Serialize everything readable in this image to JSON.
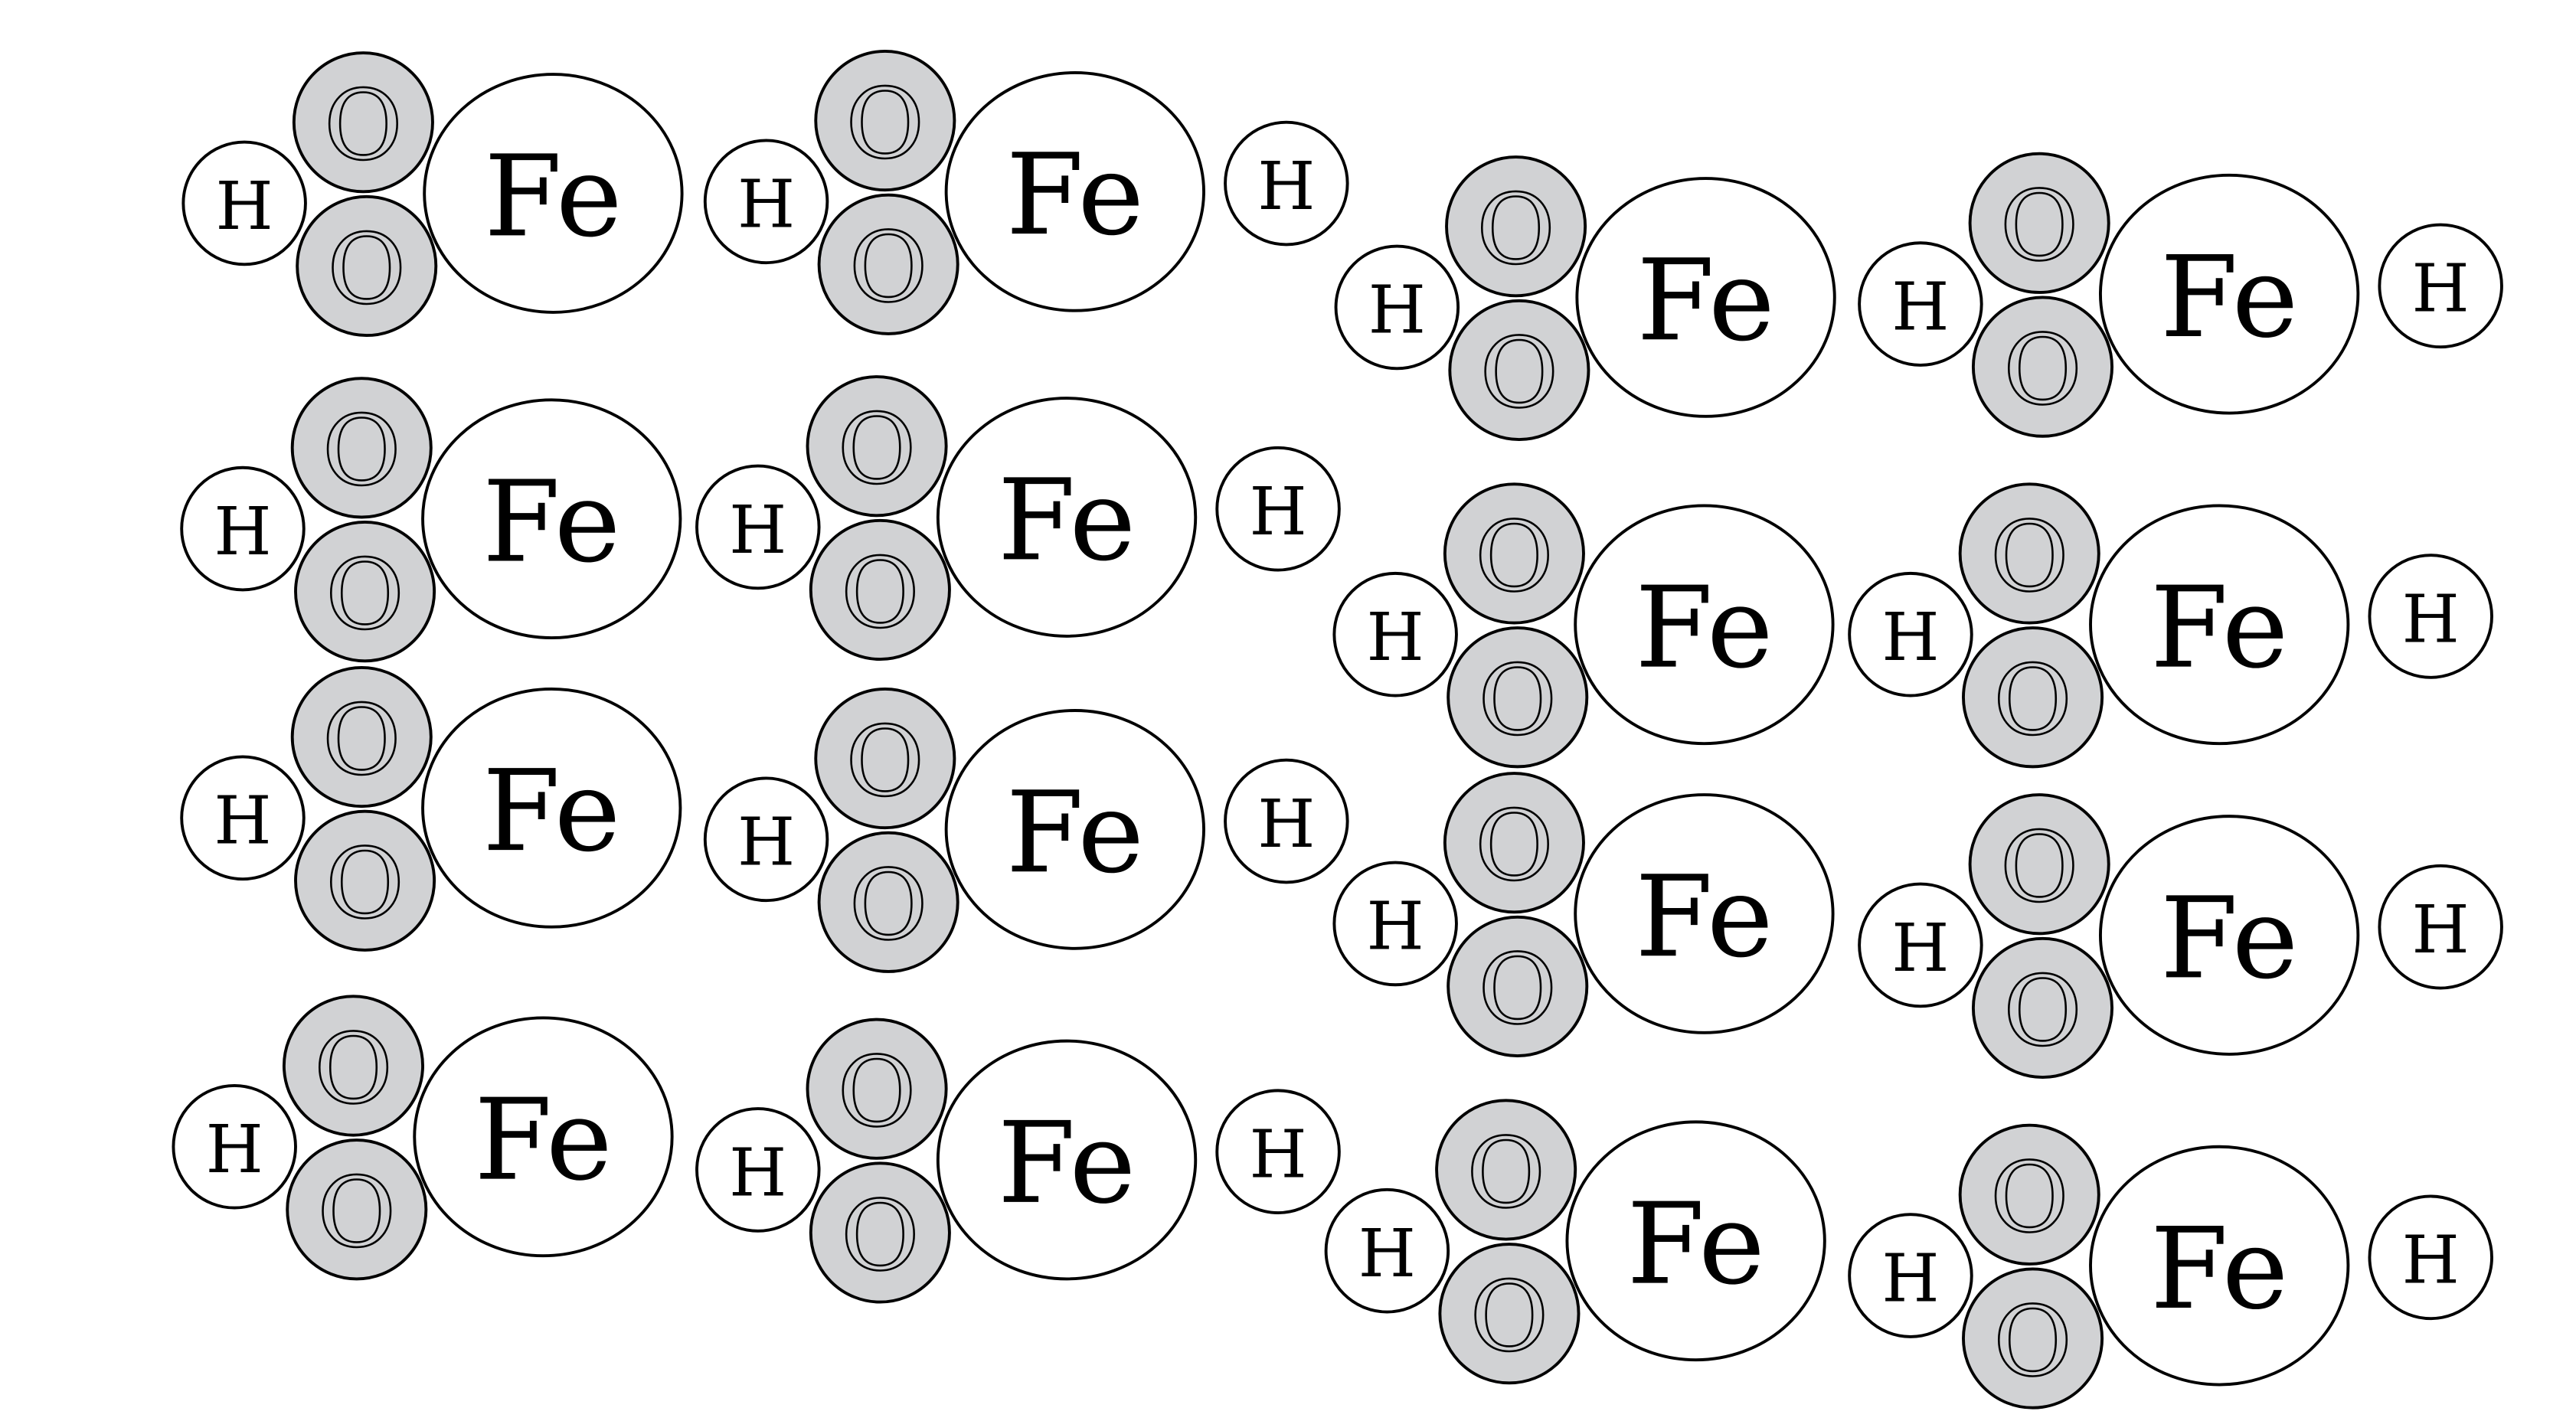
{
  "diagram": {
    "labels": {
      "hydrogen": "H",
      "oxygen": "O",
      "iron": "Fe"
    },
    "colors": {
      "oxygen_fill": "#d1d2d4",
      "outline": "#000000",
      "background": "#ffffff"
    },
    "molecule_count": 16,
    "free_hydrogen_count": 8
  }
}
